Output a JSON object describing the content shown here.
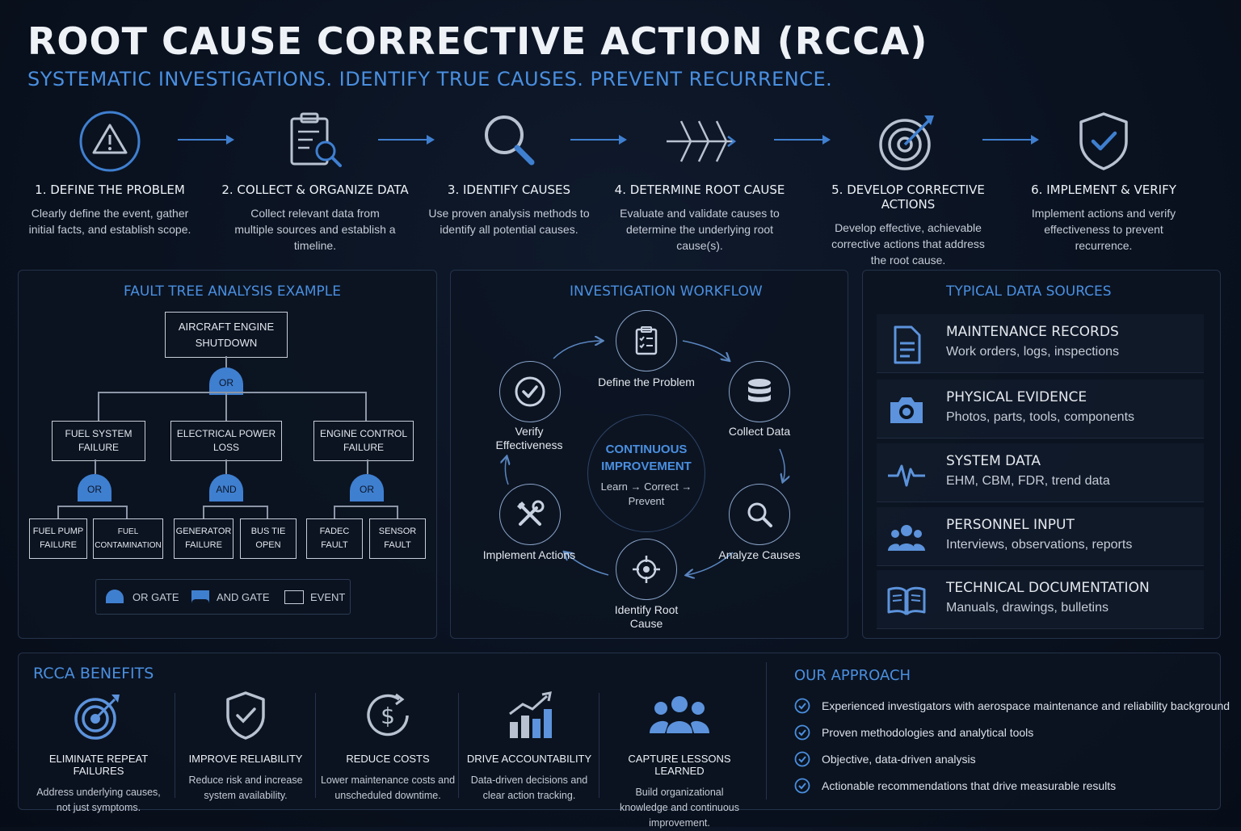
{
  "header": {
    "title": "ROOT CAUSE CORRECTIVE ACTION (RCCA)",
    "subtitle": "SYSTEMATIC INVESTIGATIONS. IDENTIFY TRUE CAUSES. PREVENT RECURRENCE."
  },
  "steps": [
    {
      "icon": "warning-triangle-icon",
      "title": "1. DEFINE THE PROBLEM",
      "desc": "Clearly define the event, gather initial facts, and establish scope."
    },
    {
      "icon": "clipboard-magnifier-icon",
      "title": "2. COLLECT & ORGANIZE DATA",
      "desc": "Collect relevant data from multiple sources and establish a timeline."
    },
    {
      "icon": "magnifying-glass-icon",
      "title": "3. IDENTIFY CAUSES",
      "desc": "Use proven analysis methods to identify all potential causes."
    },
    {
      "icon": "fishbone-icon",
      "title": "4. DETERMINE ROOT CAUSE",
      "desc": "Evaluate and validate causes to determine the underlying root cause(s)."
    },
    {
      "icon": "target-arrow-icon",
      "title": "5. DEVELOP CORRECTIVE ACTIONS",
      "desc": "Develop effective, achievable corrective actions that address the root cause."
    },
    {
      "icon": "shield-check-icon",
      "title": "6. IMPLEMENT & VERIFY",
      "desc": "Implement actions and verify effectiveness to prevent recurrence."
    }
  ],
  "fault_tree": {
    "title": "FAULT TREE ANALYSIS EXAMPLE",
    "top_event": "AIRCRAFT ENGINE SHUTDOWN",
    "top_gate": "OR",
    "branches": [
      {
        "label": "FUEL SYSTEM FAILURE",
        "gate": "OR",
        "children": [
          "FUEL PUMP FAILURE",
          "FUEL CONTAMINATION"
        ]
      },
      {
        "label": "ELECTRICAL POWER LOSS",
        "gate": "AND",
        "children": [
          "GENERATOR FAILURE",
          "BUS TIE OPEN"
        ]
      },
      {
        "label": "ENGINE CONTROL FAILURE",
        "gate": "OR",
        "children": [
          "FADEC FAULT",
          "SENSOR FAULT"
        ]
      }
    ],
    "legend": {
      "or": "OR GATE",
      "and": "AND GATE",
      "event": "EVENT"
    }
  },
  "workflow": {
    "title": "INVESTIGATION WORKFLOW",
    "center_title": "CONTINUOUS IMPROVEMENT",
    "center_sub": "Learn → Correct → Prevent",
    "nodes": [
      {
        "icon": "clipboard-check-icon",
        "label": "Define the Problem"
      },
      {
        "icon": "database-icon",
        "label": "Collect Data"
      },
      {
        "icon": "magnifier-icon",
        "label": "Analyze Causes"
      },
      {
        "icon": "crosshair-icon",
        "label": "Identify Root Cause"
      },
      {
        "icon": "tools-icon",
        "label": "Implement Actions"
      },
      {
        "icon": "check-circle-icon",
        "label": "Verify Effectiveness"
      }
    ]
  },
  "data_sources": {
    "title": "TYPICAL DATA SOURCES",
    "items": [
      {
        "icon": "document-icon",
        "title": "MAINTENANCE RECORDS",
        "desc": "Work orders, logs, inspections"
      },
      {
        "icon": "camera-icon",
        "title": "PHYSICAL EVIDENCE",
        "desc": "Photos, parts, tools, components"
      },
      {
        "icon": "pulse-icon",
        "title": "SYSTEM DATA",
        "desc": "EHM, CBM, FDR, trend data"
      },
      {
        "icon": "people-icon",
        "title": "PERSONNEL INPUT",
        "desc": "Interviews, observations, reports"
      },
      {
        "icon": "book-icon",
        "title": "TECHNICAL DOCUMENTATION",
        "desc": "Manuals, drawings, bulletins"
      }
    ]
  },
  "benefits": {
    "title": "RCCA BENEFITS",
    "items": [
      {
        "icon": "target-icon",
        "title": "ELIMINATE REPEAT FAILURES",
        "desc": "Address underlying causes, not just symptoms."
      },
      {
        "icon": "shield-check-icon",
        "title": "IMPROVE RELIABILITY",
        "desc": "Reduce risk and increase system availability."
      },
      {
        "icon": "dollar-icon",
        "title": "REDUCE COSTS",
        "desc": "Lower maintenance costs and unscheduled downtime."
      },
      {
        "icon": "bar-chart-icon",
        "title": "DRIVE ACCOUNTABILITY",
        "desc": "Data-driven decisions and clear action tracking."
      },
      {
        "icon": "team-icon",
        "title": "CAPTURE LESSONS LEARNED",
        "desc": "Build organizational knowledge and continuous improvement."
      }
    ]
  },
  "approach": {
    "title": "OUR APPROACH",
    "items": [
      "Experienced investigators with aerospace maintenance and reliability background",
      "Proven methodologies and analytical tools",
      "Objective, data-driven analysis",
      "Actionable recommendations that drive measurable results"
    ]
  },
  "colors": {
    "accent": "#3f7fd0",
    "background": "#0a1220",
    "text": "#e4e8ee"
  }
}
